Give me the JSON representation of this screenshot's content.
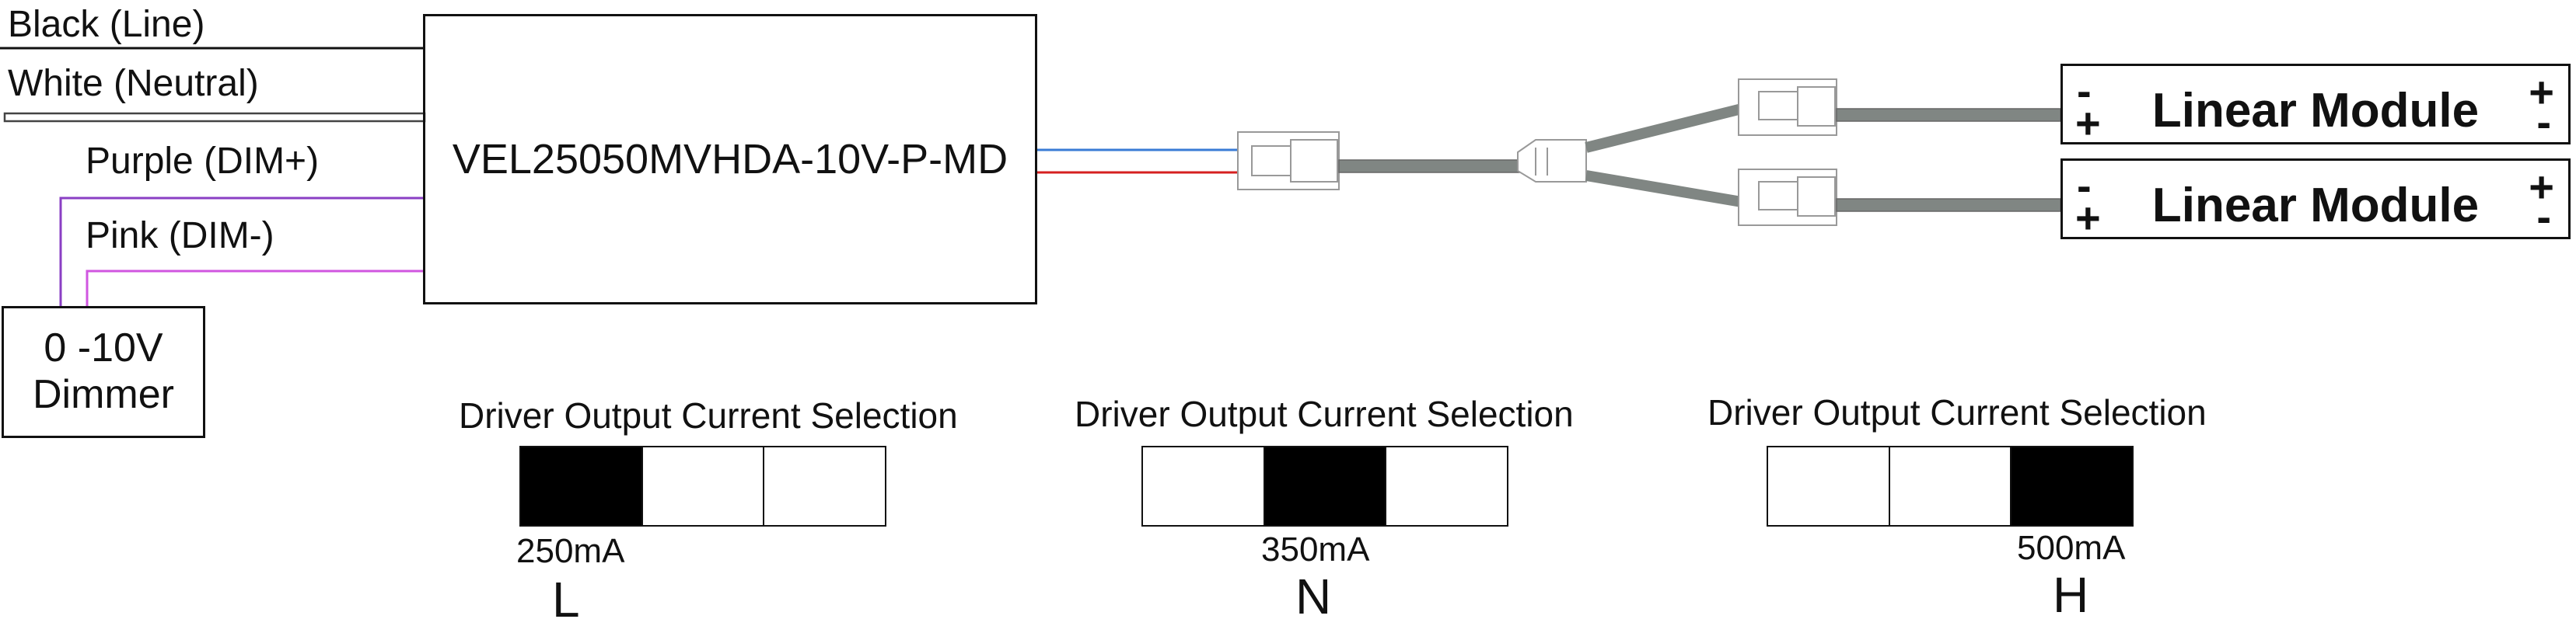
{
  "wires": {
    "black_label": "Black (Line)",
    "white_label": "White (Neutral)",
    "purple_label": "Purple (DIM+)",
    "pink_label": "Pink (DIM-)",
    "colors": {
      "black": "#111111",
      "white_outline": "#444444",
      "purple": "#8a3fc4",
      "pink": "#d056e0",
      "blue": "#3a7bd5",
      "red": "#d62020",
      "cable": "#808683"
    }
  },
  "driver": {
    "model": "VEL25050MVHDA-10V-P-MD"
  },
  "dimmer": {
    "line1": "0 -10V",
    "line2": "Dimmer"
  },
  "modules": [
    {
      "label": "Linear Module",
      "left_top": "-",
      "left_bottom": "+",
      "right_top": "+",
      "right_bottom": "-"
    },
    {
      "label": "Linear Module",
      "left_top": "-",
      "left_bottom": "+",
      "right_top": "+",
      "right_bottom": "-"
    }
  ],
  "selections": [
    {
      "title": "Driver Output Current Selection",
      "value": "250mA",
      "code": "L",
      "active_index": 0,
      "cells": 3
    },
    {
      "title": "Driver Output Current Selection",
      "value": "350mA",
      "code": "N",
      "active_index": 1,
      "cells": 3
    },
    {
      "title": "Driver Output Current Selection",
      "value": "500mA",
      "code": "H",
      "active_index": 2,
      "cells": 3
    }
  ]
}
